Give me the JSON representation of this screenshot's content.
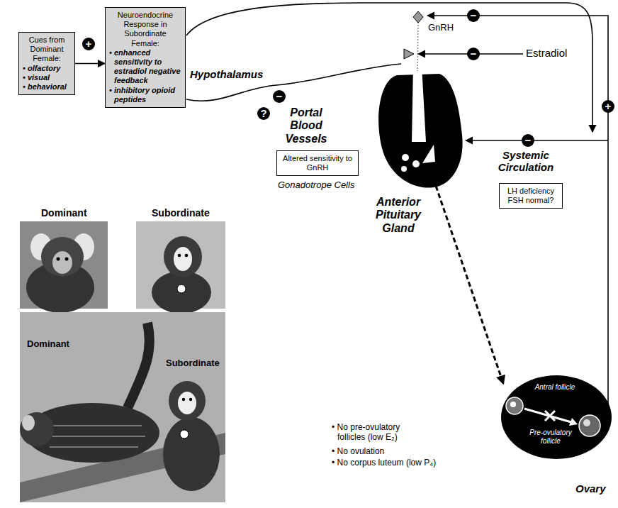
{
  "diagram": {
    "nodes": [
      {
        "text": [
          "Cues from Dominant Female:",
          "• olfactory",
          "• visual",
          "• behavioral"
        ]
      },
      {
        "text": [
          "Neuroendocrine Response in Subordinate Female:",
          "• enhanced sensitivity to estradiol negative feedback",
          "• inhibitory opioid peptides"
        ]
      },
      {
        "text": [
          "Altered sensitivity to GnRH"
        ]
      },
      {
        "text": [
          "LH deficiency FSH normal?"
        ]
      },
      {
        "text": [
          "Antral follicle",
          "Pre-ovulatory follicle"
        ]
      }
    ],
    "edges": [
      {
        "from": 0,
        "to": 1,
        "arrow": "to"
      }
    ],
    "labels": [
      "+",
      "Hypothalamus",
      "GnRH",
      "−",
      "Estradiol",
      "−",
      "−",
      "?",
      "Portal Blood Vessels",
      "+",
      "Gonadotrope Cells",
      "Anterior Pituitary Gland",
      "−",
      "Systemic Circulation",
      "• No pre-ovulatory follicles (low E₂)",
      "• No ovulation",
      "• No corpus luteum (low P₄)",
      "Ovary",
      "Dominant",
      "Subordinate",
      "Dominant",
      "Subordinate"
    ]
  }
}
